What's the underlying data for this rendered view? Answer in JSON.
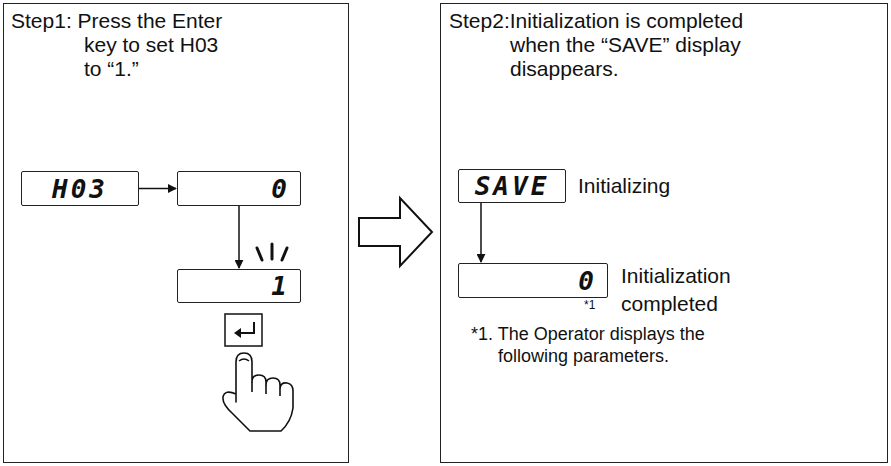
{
  "diagram": {
    "nodes": [
      {
        "text": [
          "Step1: Press the Enter key to set H03 to “1.”"
        ]
      },
      {
        "text": [
          "Step2:Initialization is completed when the “SAVE” display disappears.",
          "*1. The Operator displays the following parameters."
        ]
      },
      {
        "text": [
          "H03"
        ],
        "in": 0
      },
      {
        "text": [
          "0"
        ],
        "in": 0
      },
      {
        "text": [
          "1"
        ],
        "in": 0
      },
      {
        "text": [
          "SAVE"
        ],
        "in": 1
      },
      {
        "text": [
          "0"
        ],
        "in": 1
      }
    ],
    "edges": [
      {
        "from": 0,
        "to": 1,
        "arrow": "to"
      },
      {
        "from": 2,
        "to": 3,
        "arrow": "to"
      },
      {
        "from": 3,
        "to": 4,
        "arrow": "to"
      },
      {
        "from": 5,
        "to": 6,
        "arrow": "to"
      }
    ],
    "labels": [
      "Initializing",
      "Initialization completed",
      "*1"
    ]
  }
}
